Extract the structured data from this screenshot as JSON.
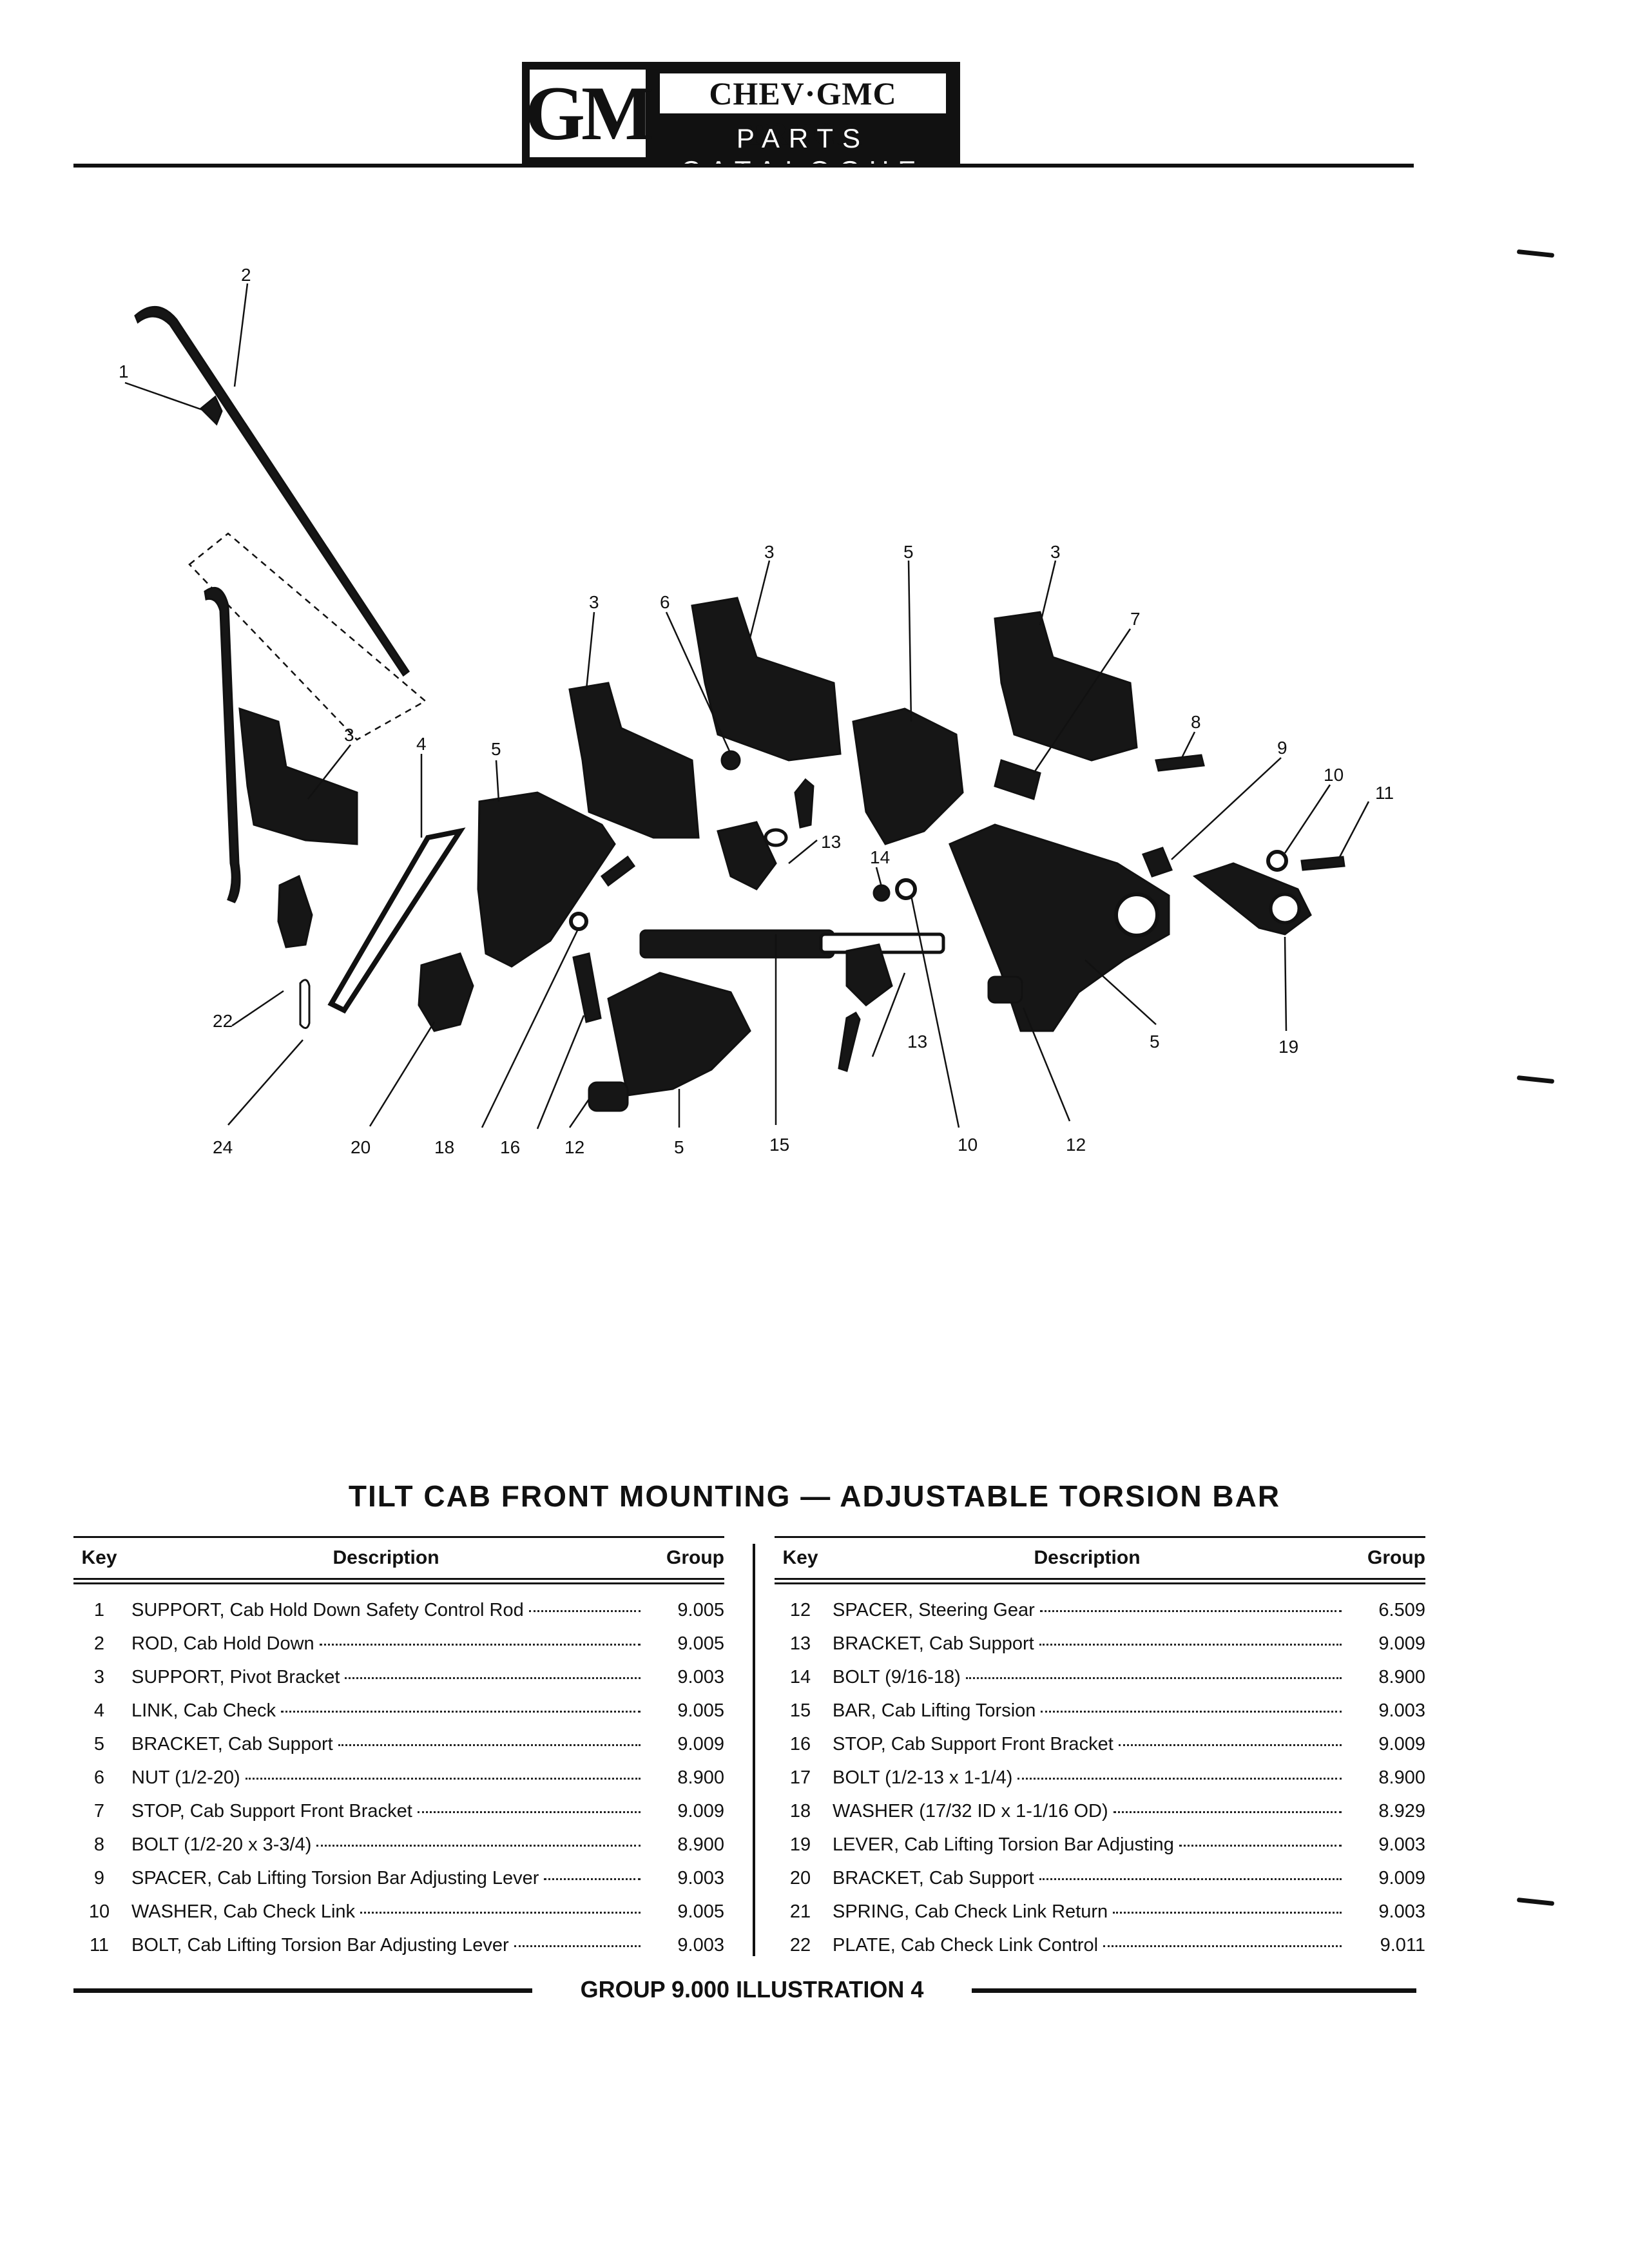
{
  "header": {
    "logo_text": "GM",
    "brand_line1": "CHEV·GMC TRUCK",
    "brand_line2": "PARTS CATALOGUE"
  },
  "title": "TILT CAB FRONT MOUNTING — ADJUSTABLE TORSION BAR",
  "table": {
    "col_key": "Key",
    "col_description": "Description",
    "col_group": "Group",
    "left_rows": [
      {
        "key": "1",
        "description": "SUPPORT, Cab Hold Down Safety Control Rod",
        "group": "9.005"
      },
      {
        "key": "2",
        "description": "ROD, Cab Hold Down",
        "group": "9.005"
      },
      {
        "key": "3",
        "description": "SUPPORT, Pivot Bracket",
        "group": "9.003"
      },
      {
        "key": "4",
        "description": "LINK, Cab Check",
        "group": "9.005"
      },
      {
        "key": "5",
        "description": "BRACKET, Cab Support",
        "group": "9.009"
      },
      {
        "key": "6",
        "description": "NUT (1/2-20)",
        "group": "8.900"
      },
      {
        "key": "7",
        "description": "STOP, Cab Support Front Bracket",
        "group": "9.009"
      },
      {
        "key": "8",
        "description": "BOLT (1/2-20 x 3-3/4)",
        "group": "8.900"
      },
      {
        "key": "9",
        "description": "SPACER, Cab Lifting Torsion Bar Adjusting Lever",
        "group": "9.003"
      },
      {
        "key": "10",
        "description": "WASHER, Cab Check Link",
        "group": "9.005"
      },
      {
        "key": "11",
        "description": "BOLT, Cab Lifting Torsion Bar Adjusting Lever",
        "group": "9.003"
      }
    ],
    "right_rows": [
      {
        "key": "12",
        "description": "SPACER, Steering Gear",
        "group": "6.509"
      },
      {
        "key": "13",
        "description": "BRACKET, Cab Support",
        "group": "9.009"
      },
      {
        "key": "14",
        "description": "BOLT (9/16-18)",
        "group": "8.900"
      },
      {
        "key": "15",
        "description": "BAR, Cab Lifting Torsion",
        "group": "9.003"
      },
      {
        "key": "16",
        "description": "STOP, Cab Support Front Bracket",
        "group": "9.009"
      },
      {
        "key": "17",
        "description": "BOLT (1/2-13 x 1-1/4)",
        "group": "8.900"
      },
      {
        "key": "18",
        "description": "WASHER (17/32 ID x 1-1/16 OD)",
        "group": "8.929"
      },
      {
        "key": "19",
        "description": "LEVER, Cab Lifting Torsion Bar Adjusting",
        "group": "9.003"
      },
      {
        "key": "20",
        "description": "BRACKET, Cab Support",
        "group": "9.009"
      },
      {
        "key": "21",
        "description": "SPRING, Cab Check Link Return",
        "group": "9.003"
      },
      {
        "key": "22",
        "description": "PLATE, Cab Check Link Control",
        "group": "9.011"
      }
    ]
  },
  "callouts": {
    "c1": "1",
    "c2": "2",
    "c3a": "3",
    "c3b": "3",
    "c3c": "3",
    "c3d": "3",
    "c4": "4",
    "c5a": "5",
    "c5b": "5",
    "c5c": "5",
    "c5d": "5",
    "c6": "6",
    "c7": "7",
    "c8": "8",
    "c9": "9",
    "c10a": "10",
    "c10b": "10",
    "c11": "11",
    "c12a": "12",
    "c12b": "12",
    "c13a": "13",
    "c13b": "13",
    "c14": "14",
    "c15": "15",
    "c16": "16",
    "c18": "18",
    "c19": "19",
    "c20": "20",
    "c22": "22",
    "c24": "24"
  },
  "footer": {
    "caption": "GROUP 9.000 ILLUSTRATION 4"
  }
}
